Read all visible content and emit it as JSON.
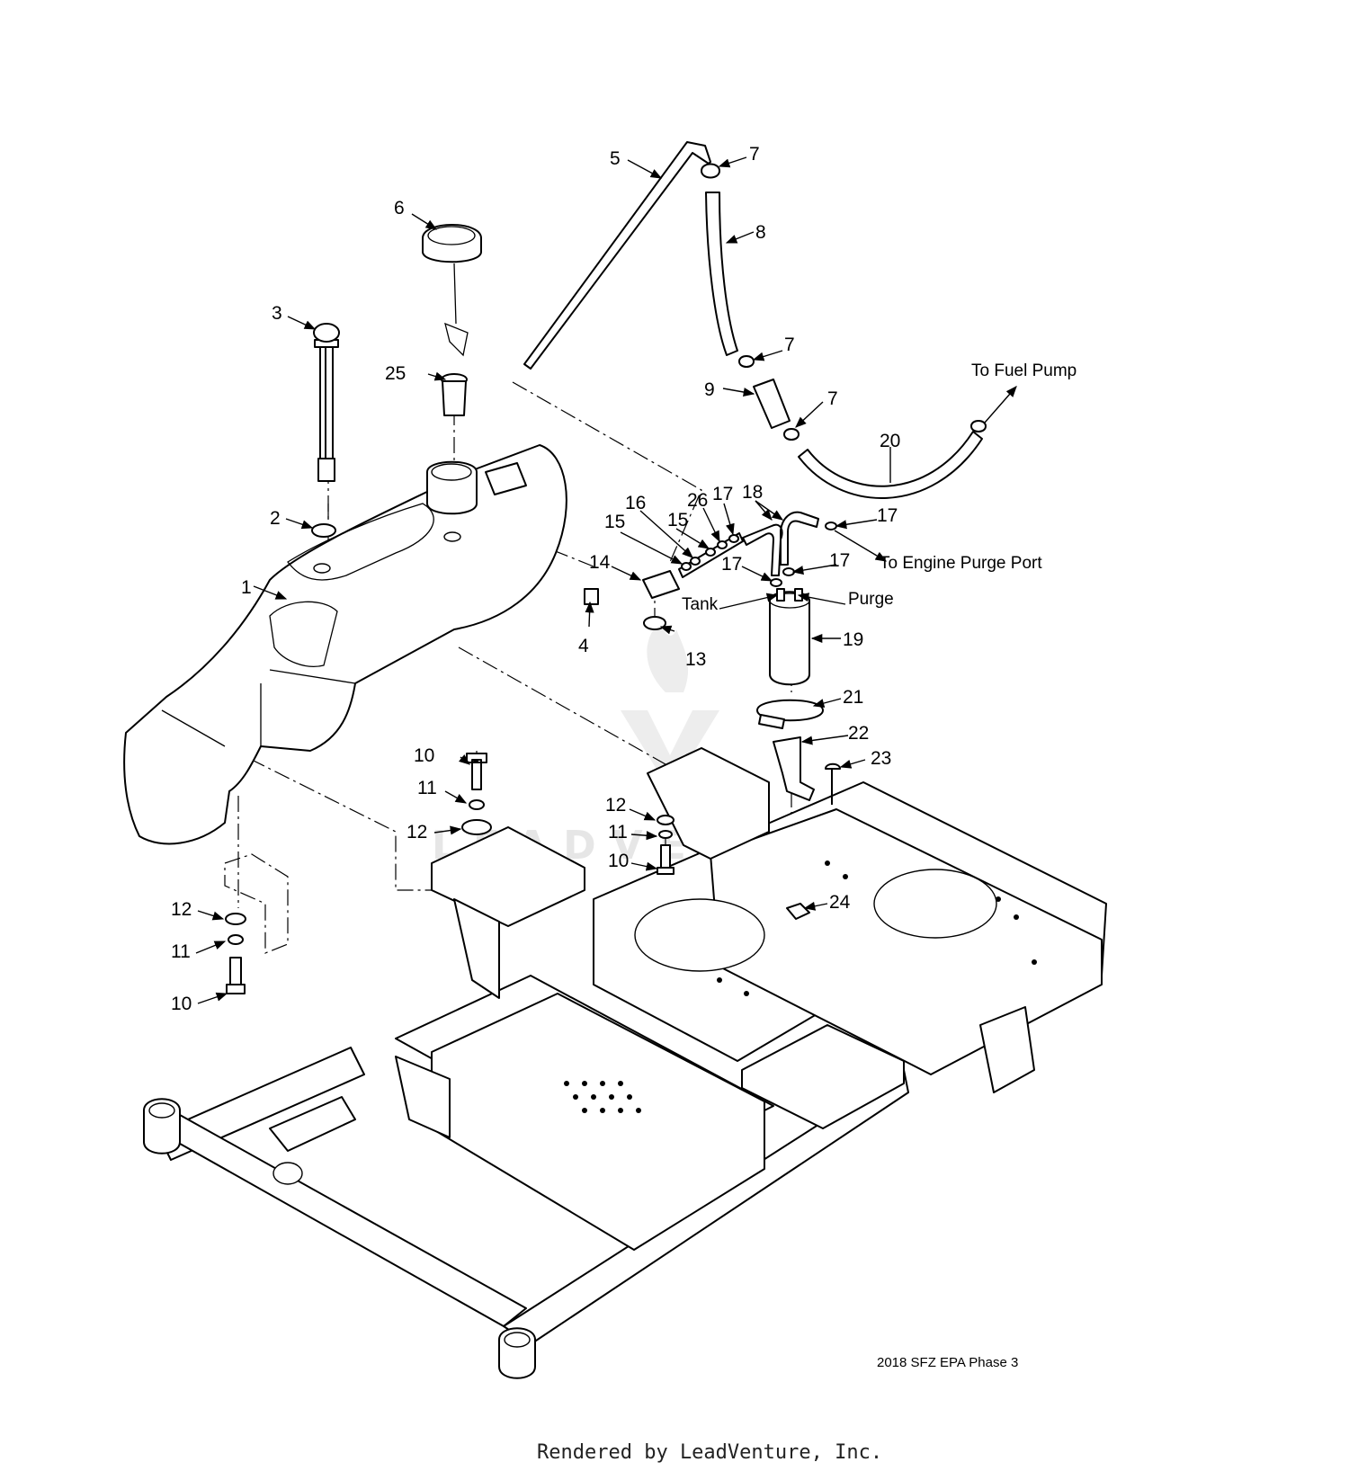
{
  "callouts": [
    {
      "id": "c1",
      "label": "1"
    },
    {
      "id": "c2",
      "label": "2"
    },
    {
      "id": "c3",
      "label": "3"
    },
    {
      "id": "c4",
      "label": "4"
    },
    {
      "id": "c5",
      "label": "5"
    },
    {
      "id": "c6",
      "label": "6"
    },
    {
      "id": "c7a",
      "label": "7"
    },
    {
      "id": "c7b",
      "label": "7"
    },
    {
      "id": "c7c",
      "label": "7"
    },
    {
      "id": "c8",
      "label": "8"
    },
    {
      "id": "c9",
      "label": "9"
    },
    {
      "id": "c10a",
      "label": "10"
    },
    {
      "id": "c10b",
      "label": "10"
    },
    {
      "id": "c10c",
      "label": "10"
    },
    {
      "id": "c11a",
      "label": "11"
    },
    {
      "id": "c11b",
      "label": "11"
    },
    {
      "id": "c11c",
      "label": "11"
    },
    {
      "id": "c12a",
      "label": "12"
    },
    {
      "id": "c12b",
      "label": "12"
    },
    {
      "id": "c12c",
      "label": "12"
    },
    {
      "id": "c13",
      "label": "13"
    },
    {
      "id": "c14",
      "label": "14"
    },
    {
      "id": "c15a",
      "label": "15"
    },
    {
      "id": "c15b",
      "label": "15"
    },
    {
      "id": "c16",
      "label": "16"
    },
    {
      "id": "c17a",
      "label": "17"
    },
    {
      "id": "c17b",
      "label": "17"
    },
    {
      "id": "c17c",
      "label": "17"
    },
    {
      "id": "c17d",
      "label": "17"
    },
    {
      "id": "c18",
      "label": "18"
    },
    {
      "id": "c19",
      "label": "19"
    },
    {
      "id": "c20",
      "label": "20"
    },
    {
      "id": "c21",
      "label": "21"
    },
    {
      "id": "c22",
      "label": "22"
    },
    {
      "id": "c23",
      "label": "23"
    },
    {
      "id": "c24",
      "label": "24"
    },
    {
      "id": "c25",
      "label": "25"
    },
    {
      "id": "c26",
      "label": "26"
    }
  ],
  "notes": {
    "fuel_pump": "To Fuel Pump",
    "engine_purge": "To Engine Purge Port",
    "tank": "Tank",
    "purge": "Purge"
  },
  "watermark": "LEADVENTURE",
  "edition_label": "2018 SFZ EPA Phase 3",
  "footer": "Rendered by LeadVenture, Inc."
}
